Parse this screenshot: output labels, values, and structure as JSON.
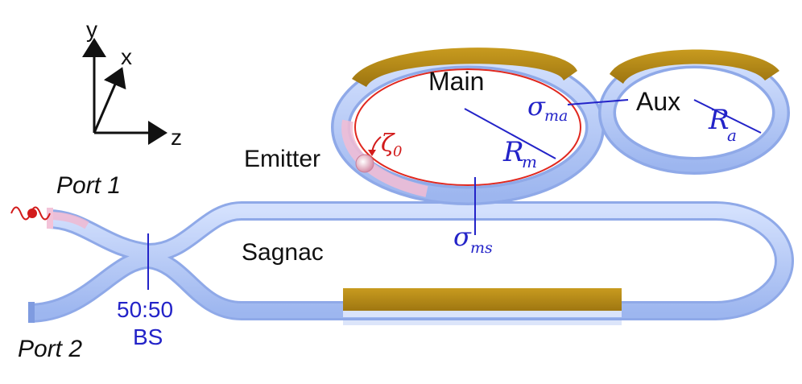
{
  "axes": {
    "y": "y",
    "x": "x",
    "z": "z"
  },
  "labels": {
    "main_ring": "Main",
    "aux_ring": "Aux",
    "emitter": "Emitter",
    "sagnac": "Sagnac",
    "port1": "Port 1",
    "port2": "Port 2",
    "splitter_ratio": "50:50",
    "splitter_name": "BS"
  },
  "symbols": {
    "zeta_base": "ζ",
    "zeta_sub": "0",
    "sigma_ma_base": "σ",
    "sigma_ma_sub": "ma",
    "sigma_ms_base": "σ",
    "sigma_ms_sub": "ms",
    "R_m_base": "R",
    "R_m_sub": "m",
    "R_a_base": "R",
    "R_a_sub": "a"
  },
  "colors": {
    "waveguide": "#a9c2f3",
    "waveguide_top": "#c9d9fb",
    "waveguide_edge": "#7e9ae0",
    "electrode": "#b58a12",
    "label_blue": "#2323c8",
    "emitter_red": "#d21b1b",
    "text": "#111111"
  }
}
